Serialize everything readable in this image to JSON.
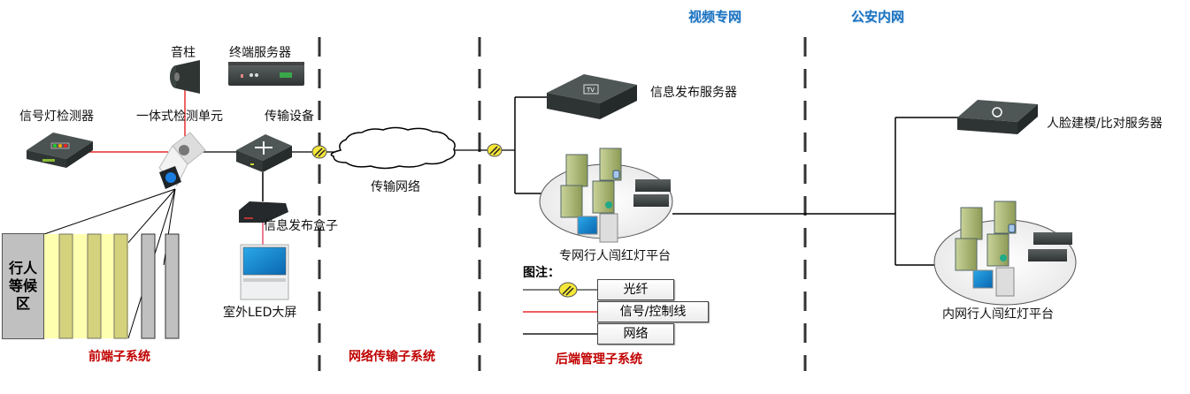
{
  "network_zones": {
    "video_private": "视频专网",
    "public_security": "公安内网"
  },
  "devices": {
    "speaker": "音柱",
    "terminal_server": "终端服务器",
    "signal_detector": "信号灯检测器",
    "integrated_unit": "一体式检测单元",
    "transmission_device": "传输设备",
    "info_box": "信息发布盒子",
    "outdoor_led": "室外LED大屏",
    "transmission_network": "传输网络",
    "info_server": "信息发布服务器",
    "private_platform": "专网行人闯红灯平台",
    "face_server": "人脸建模/比对服务器",
    "internal_platform": "内网行人闯红灯平台"
  },
  "waiting_area": "行人\n等候\n区",
  "waiting_area_lines": [
    "行人",
    "等候",
    "区"
  ],
  "subsystems": {
    "front": "前端子系统",
    "network": "网络传输子系统",
    "backend": "后端管理子系统"
  },
  "legend": {
    "title": "图注：",
    "items": [
      {
        "label": "光纤",
        "line_color": "#555555",
        "marker": "fiber-connector"
      },
      {
        "label": "信号/控制线",
        "line_color": "#e00000",
        "marker": "none"
      },
      {
        "label": "网络",
        "line_color": "#555555",
        "marker": "none"
      }
    ]
  },
  "colors": {
    "signal_line": "#e00000",
    "network_line": "#000000",
    "subsystem_label": "#c00000",
    "zone_label": "#1a73c0",
    "crosswalk_yellow": "#ffffb0",
    "crosswalk_stripe": "#d4d27c",
    "fiber_connector": "#f5e63a"
  }
}
